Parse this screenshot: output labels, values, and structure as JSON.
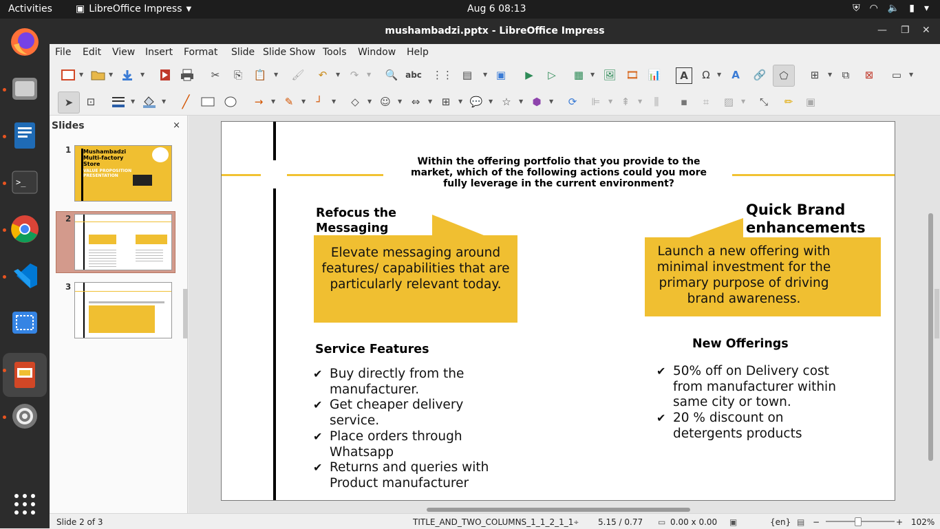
{
  "system": {
    "activities": "Activities",
    "app_menu": "LibreOffice Impress",
    "clock": "Aug 6  08:13"
  },
  "window": {
    "title": "mushambadzi.pptx - LibreOffice Impress"
  },
  "menu": [
    "File",
    "Edit",
    "View",
    "Insert",
    "Format",
    "Slide",
    "Slide Show",
    "Tools",
    "Window",
    "Help"
  ],
  "slides_pane": {
    "title": "Slides",
    "close": "×",
    "thumbnails": [
      {
        "number": "1",
        "heading": "Mushambadzi Multi-factory Store",
        "subheading": "VALUE PROPOSITION PRESENTATION"
      },
      {
        "number": "2",
        "selected": true
      },
      {
        "number": "3"
      }
    ]
  },
  "slide": {
    "heading": "Within the offering portfolio that you provide to the market, which of the following actions could you more fully leverage in the current environment?",
    "left_callout_title": "Refocus the Messaging",
    "left_box_text": "Elevate messaging around features/ capabilities that are particularly relevant today.",
    "right_callout_title": "Quick Brand enhancements",
    "right_box_text": "Launch a new offering with minimal investment for the primary purpose of driving brand awareness.",
    "service_title": "Service Features",
    "service_items": [
      "Buy directly from the manufacturer.",
      "Get cheaper delivery service.",
      "Place orders through Whatsapp",
      "Returns and queries with Product manufacturer"
    ],
    "offerings_title": "New Offerings",
    "offerings_items": [
      "50% off on Delivery cost from manufacturer within same city or town.",
      "20 % discount on detergents products"
    ],
    "check_glyph": "✔"
  },
  "status": {
    "slide_info": "Slide 2 of 3",
    "layout": "TITLE_AND_TWO_COLUMNS_1_1_2_1_1",
    "position": "5.15 / 0.77",
    "size": "0.00 x 0.00",
    "language": "{en}",
    "zoom": "102%"
  },
  "colors": {
    "accent_yellow": "#f0bf31",
    "dock_bg": "#2c2c2c",
    "topbar_bg": "#1d1d1d"
  }
}
